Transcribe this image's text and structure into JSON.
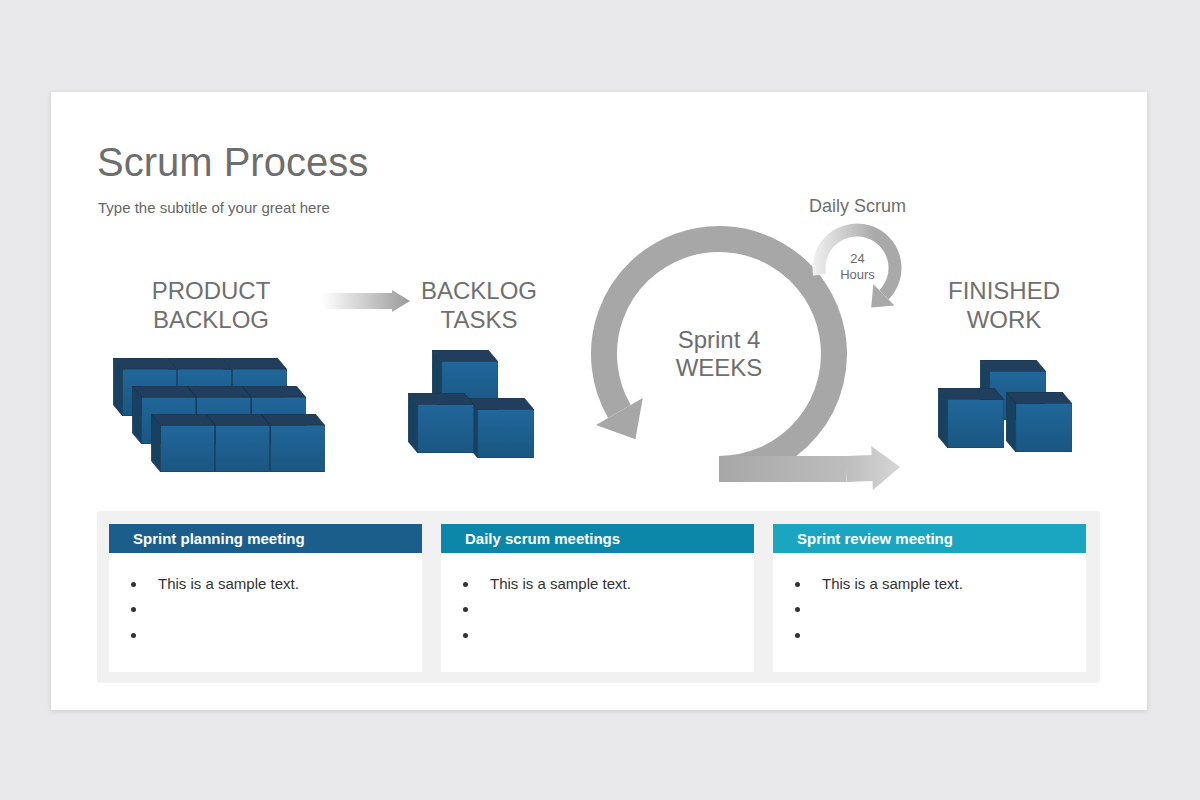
{
  "diagram": {
    "title": "Scrum Process",
    "nodes": [
      {
        "text": [
          "PRODUCT BACKLOG"
        ]
      },
      {
        "text": [
          "BACKLOG TASKS"
        ]
      },
      {
        "text": [
          "Sprint 4 WEEKS"
        ]
      },
      {
        "text": [
          "Daily Scrum",
          "24 Hours"
        ]
      },
      {
        "text": [
          "FINISHED WORK"
        ]
      },
      {
        "text": [
          "Sprint planning meeting",
          "This is a sample text."
        ]
      },
      {
        "text": [
          "Daily scrum meetings",
          "This is a sample text."
        ]
      },
      {
        "text": [
          "Sprint review meeting",
          "This is a sample text."
        ]
      }
    ],
    "edges": [
      {
        "from": 0,
        "to": 1,
        "arrow": "to"
      },
      {
        "from": 2,
        "to": 4,
        "arrow": "to"
      }
    ],
    "labels": [
      "Type the subtitle of your great here"
    ]
  }
}
